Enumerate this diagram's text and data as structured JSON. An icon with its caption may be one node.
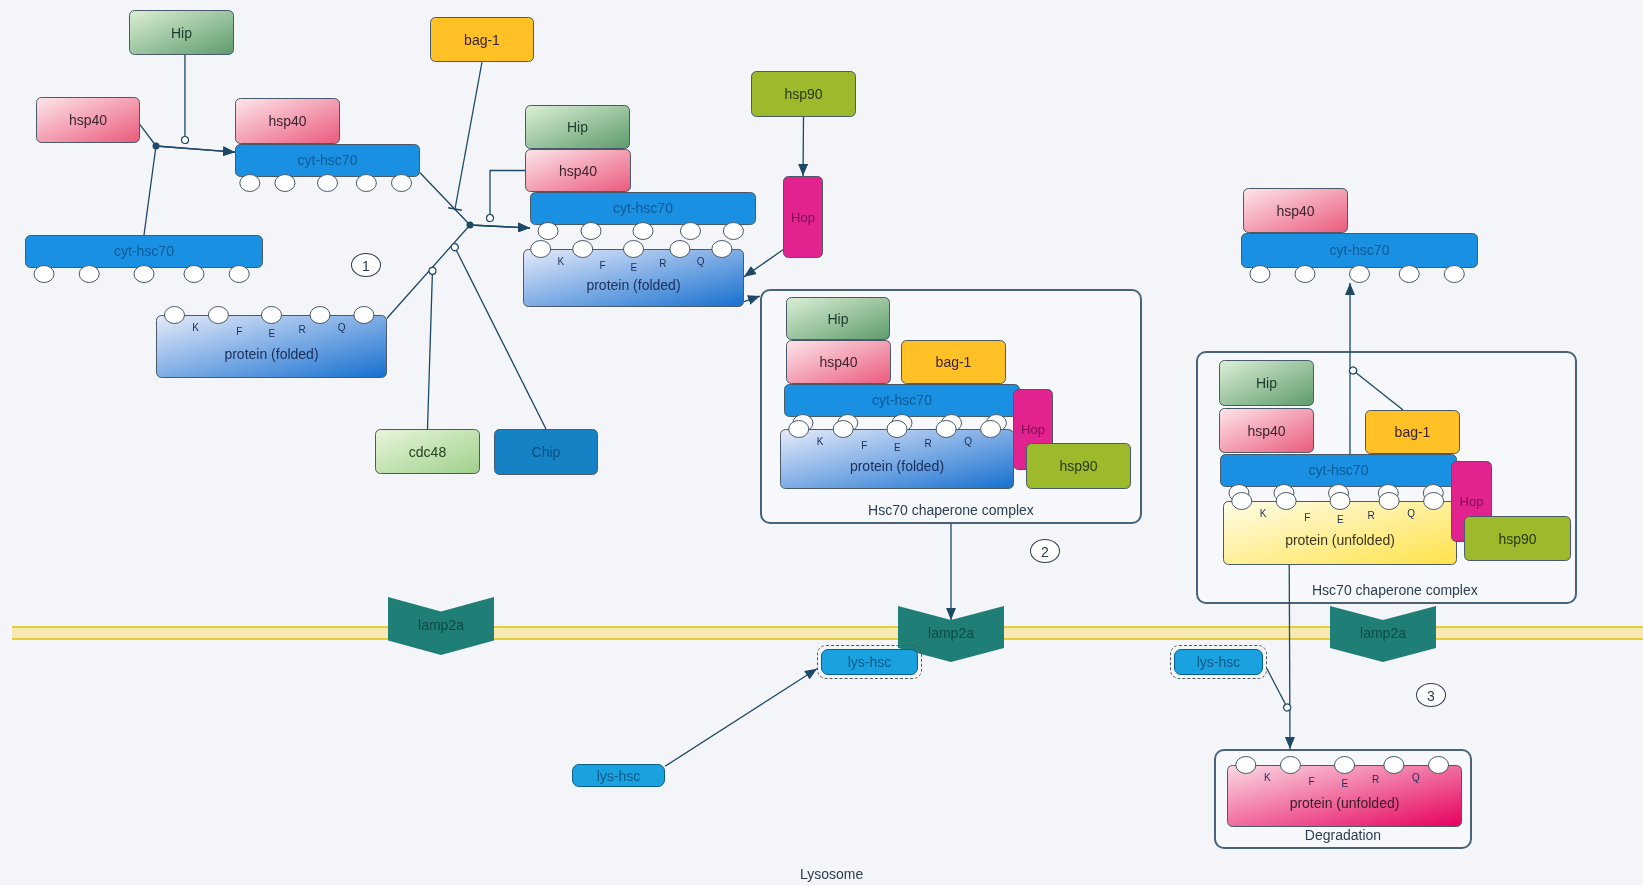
{
  "diagram": {
    "nodes": [
      {
        "text": [
          "Hip"
        ]
      },
      {
        "text": [
          "hsp40"
        ]
      },
      {
        "text": [
          "hsp40"
        ]
      },
      {
        "text": [
          "cyt-hsc70"
        ]
      },
      {
        "text": [
          "cyt-hsc70"
        ]
      },
      {
        "text": [
          "bag-1"
        ]
      },
      {
        "text": [
          "Hip"
        ]
      },
      {
        "text": [
          "hsp40"
        ]
      },
      {
        "text": [
          "cyt-hsc70"
        ]
      },
      {
        "text": [
          "protein (folded)",
          "K",
          "F",
          "E",
          "R",
          "Q"
        ]
      },
      {
        "text": [
          "hsp90"
        ]
      },
      {
        "text": [
          "Hop"
        ]
      },
      {
        "text": [
          "protein (folded)",
          "K",
          "F",
          "E",
          "R",
          "Q"
        ]
      },
      {
        "text": [
          "cdc48"
        ]
      },
      {
        "text": [
          "Chip"
        ]
      },
      {
        "text": [
          "Hsc70 chaperone complex"
        ]
      },
      {
        "text": [
          "Hip"
        ],
        "in": 15
      },
      {
        "text": [
          "hsp40"
        ],
        "in": 15
      },
      {
        "text": [
          "bag-1"
        ],
        "in": 15
      },
      {
        "text": [
          "cyt-hsc70"
        ],
        "in": 15
      },
      {
        "text": [
          "protein (folded)",
          "K",
          "F",
          "E",
          "R",
          "Q"
        ],
        "in": 15
      },
      {
        "text": [
          "Hop"
        ],
        "in": 15
      },
      {
        "text": [
          "hsp90"
        ],
        "in": 15
      },
      {
        "text": [
          "hsp40"
        ]
      },
      {
        "text": [
          "cyt-hsc70"
        ]
      },
      {
        "text": [
          "Hsc70 chaperone complex"
        ]
      },
      {
        "text": [
          "Hip"
        ],
        "in": 25
      },
      {
        "text": [
          "hsp40"
        ],
        "in": 25
      },
      {
        "text": [
          "bag-1"
        ],
        "in": 25
      },
      {
        "text": [
          "cyt-hsc70"
        ],
        "in": 25
      },
      {
        "text": [
          "protein (unfolded)",
          "K",
          "F",
          "E",
          "R",
          "Q"
        ],
        "in": 25
      },
      {
        "text": [
          "Hop"
        ],
        "in": 25
      },
      {
        "text": [
          "hsp90"
        ],
        "in": 25
      },
      {
        "text": [
          "lamp2a"
        ]
      },
      {
        "text": [
          "lamp2a"
        ]
      },
      {
        "text": [
          "lamp2a"
        ]
      },
      {
        "text": [
          "lys-hsc"
        ]
      },
      {
        "text": [
          "lys-hsc"
        ]
      },
      {
        "text": [
          "lys-hsc"
        ]
      },
      {
        "text": [
          "Degradation"
        ]
      },
      {
        "text": [
          "protein (unfolded)",
          "K",
          "F",
          "E",
          "R",
          "Q"
        ],
        "in": 39
      },
      {
        "text": [],
        "shape": "bar"
      }
    ],
    "edges": [
      {
        "from": 1,
        "to": 3,
        "arrow": "to"
      },
      {
        "from": 4,
        "to": 3,
        "arrow": "to"
      },
      {
        "from": 0,
        "to": null,
        "arrow": "other"
      },
      {
        "from": 3,
        "to": 8,
        "arrow": "to"
      },
      {
        "from": 12,
        "to": 8,
        "arrow": "to"
      },
      {
        "from": 5,
        "to": null,
        "arrow": "other"
      },
      {
        "from": 7,
        "to": null,
        "arrow": "other"
      },
      {
        "from": 13,
        "to": null,
        "arrow": "other"
      },
      {
        "from": 14,
        "to": null,
        "arrow": "other"
      },
      {
        "from": 10,
        "to": 11,
        "arrow": "to"
      },
      {
        "from": 11,
        "to": 9,
        "arrow": "to"
      },
      {
        "from": 9,
        "to": 15,
        "arrow": "to"
      },
      {
        "from": 15,
        "to": 34,
        "arrow": "to"
      },
      {
        "from": 38,
        "to": 36,
        "arrow": "to"
      },
      {
        "from": 29,
        "to": 24,
        "arrow": "to"
      },
      {
        "from": 28,
        "to": null,
        "arrow": "other"
      },
      {
        "from": 30,
        "to": 39,
        "arrow": "to"
      },
      {
        "from": 37,
        "to": null,
        "arrow": "other"
      }
    ],
    "labels": [
      "1",
      "2",
      "3",
      "Lysosome"
    ]
  }
}
